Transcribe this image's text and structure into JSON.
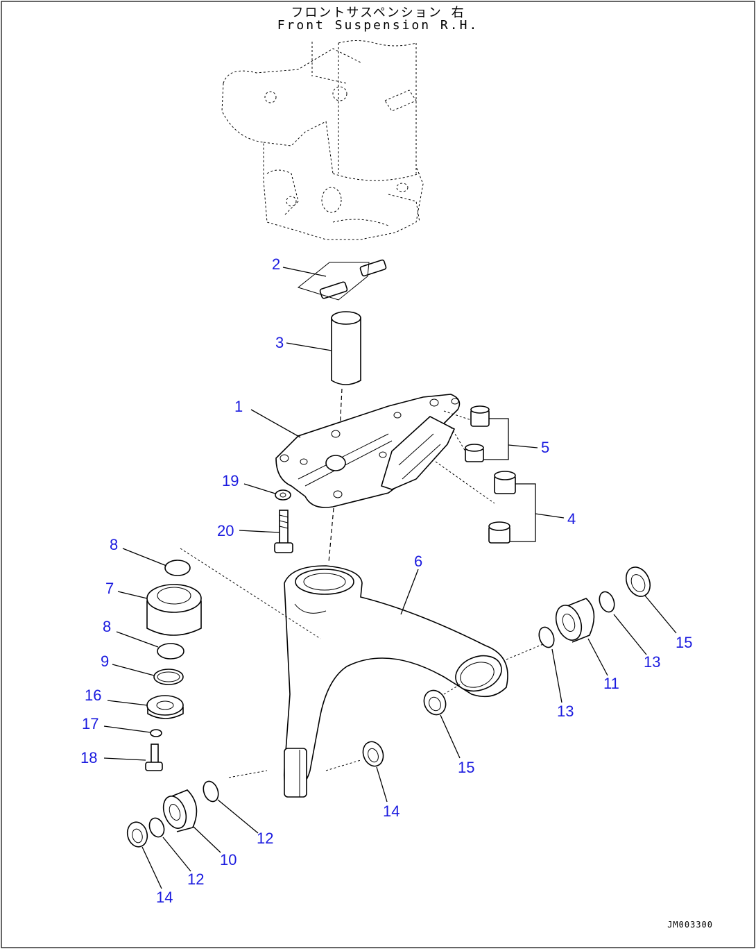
{
  "title": {
    "japanese": "フロントサスペンション 右",
    "english": "Front Suspension R.H."
  },
  "drawing_id": "JM003300",
  "callouts": [
    "1",
    "2",
    "3",
    "4",
    "5",
    "6",
    "7",
    "8",
    "8",
    "9",
    "10",
    "11",
    "12",
    "12",
    "13",
    "13",
    "14",
    "14",
    "15",
    "15",
    "16",
    "17",
    "18",
    "19",
    "20"
  ],
  "colors": {
    "callout": "#1a1adf",
    "line": "#000000"
  }
}
